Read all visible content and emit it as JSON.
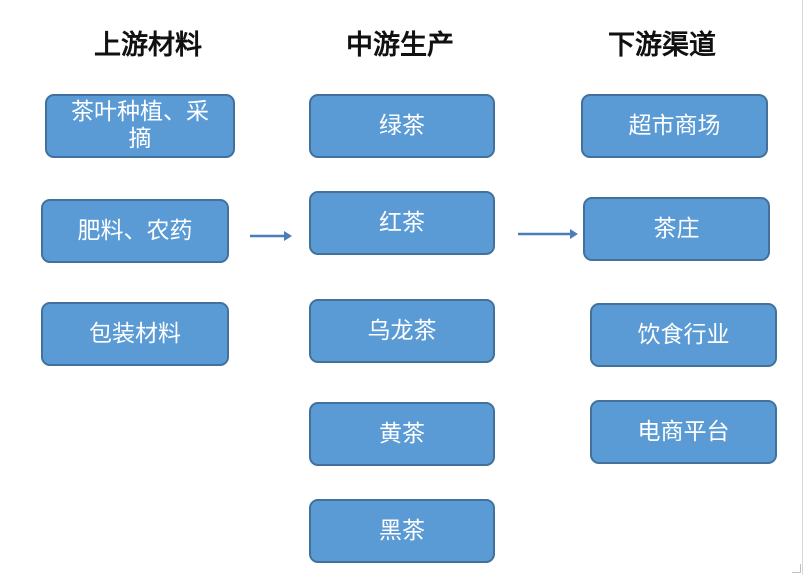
{
  "columns": {
    "upstream": {
      "title": "上游材料",
      "items": [
        "茶叶种植、采摘",
        "肥料、农药",
        "包装材料"
      ]
    },
    "midstream": {
      "title": "中游生产",
      "items": [
        "绿茶",
        "红茶",
        "乌龙茶",
        "黄茶",
        "黑茶"
      ]
    },
    "downstream": {
      "title": "下游渠道",
      "items": [
        "超市商场",
        "茶庄",
        "饮食行业",
        "电商平台"
      ]
    }
  },
  "colors": {
    "box_fill": "#5b9bd5",
    "box_border": "#41719c",
    "arrow": "#4a7ebb",
    "text": "#ffffff",
    "title": "#111111"
  }
}
